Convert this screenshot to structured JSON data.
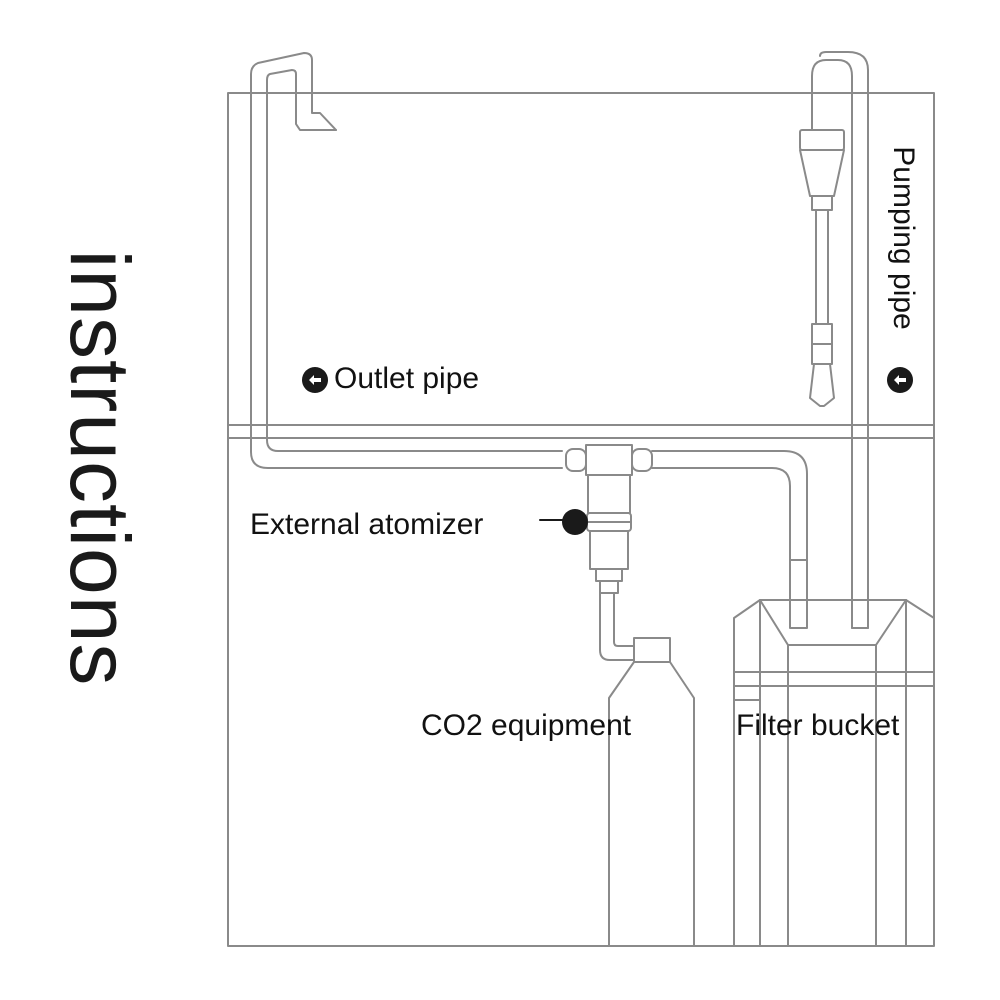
{
  "title": "instructions",
  "labels": {
    "outlet_pipe": "Outlet pipe",
    "pumping_pipe": "Pumping pipe",
    "external_atomizer": "External atomizer",
    "co2_equipment": "CO2 equipment",
    "filter_bucket": "Filter bucket"
  },
  "icons": {
    "outlet_marker": "left-arrow-circle-icon",
    "pumping_marker": "left-arrow-circle-icon",
    "atomizer_marker": "filled-dot-icon"
  },
  "colors": {
    "line": "#8a8a8a",
    "text": "#111111",
    "marker": "#1a1a1a",
    "background": "#ffffff"
  }
}
